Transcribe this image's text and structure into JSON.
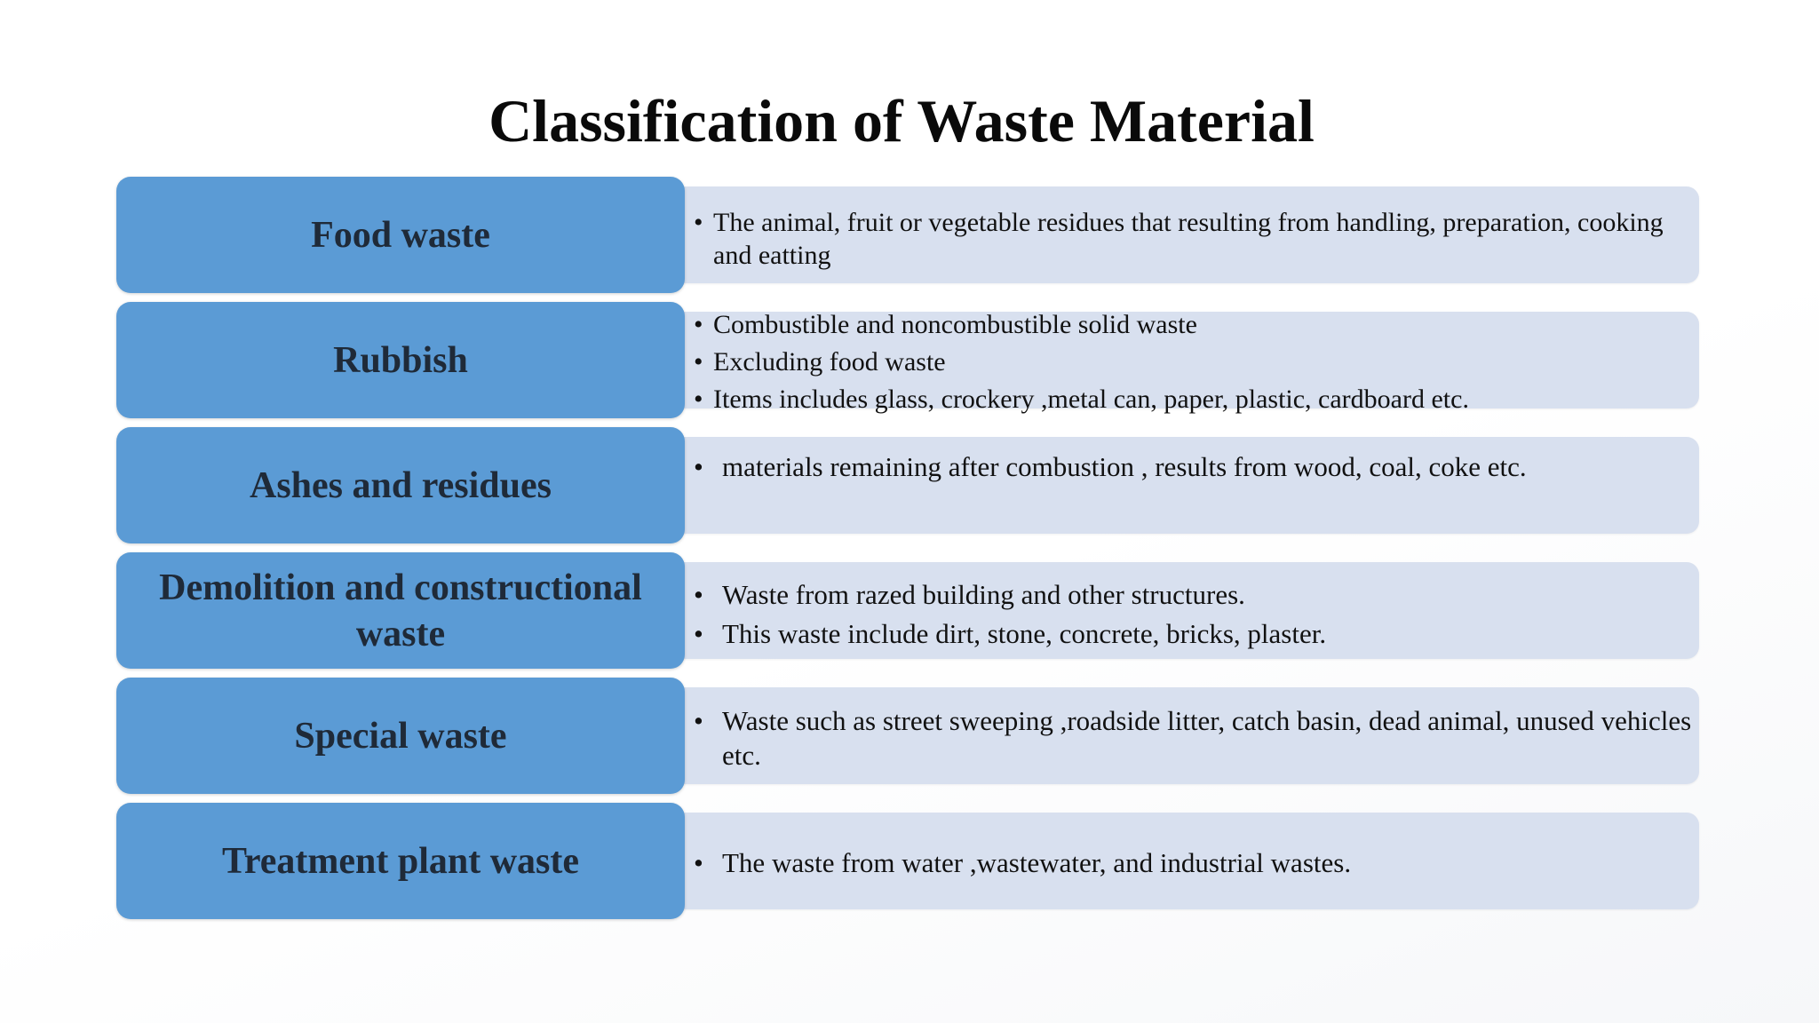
{
  "title": "Classification of Waste Material",
  "rows": [
    {
      "category": "Food waste",
      "bullets": [
        "The animal, fruit or vegetable residues that resulting from handling, preparation, cooking and eatting"
      ]
    },
    {
      "category": "Rubbish",
      "bullets": [
        "Combustible and noncombustible solid waste",
        "Excluding food waste",
        "Items includes glass, crockery ,metal can, paper, plastic, cardboard etc."
      ]
    },
    {
      "category": "Ashes and residues",
      "bullets": [
        "materials remaining after combustion , results from wood, coal, coke etc."
      ]
    },
    {
      "category": "Demolition and constructional waste",
      "bullets": [
        "Waste from razed building and other structures.",
        "This waste include dirt, stone, concrete, bricks, plaster."
      ]
    },
    {
      "category": "Special waste",
      "bullets": [
        "Waste such as street sweeping ,roadside litter, catch basin, dead animal, unused vehicles etc."
      ]
    },
    {
      "category": "Treatment plant waste",
      "bullets": [
        "The waste from water ,wastewater, and industrial  wastes."
      ]
    }
  ],
  "colors": {
    "category_fill": "#5b9bd5",
    "description_fill": "#d8e0ef",
    "title_text": "#0a0a0a"
  }
}
